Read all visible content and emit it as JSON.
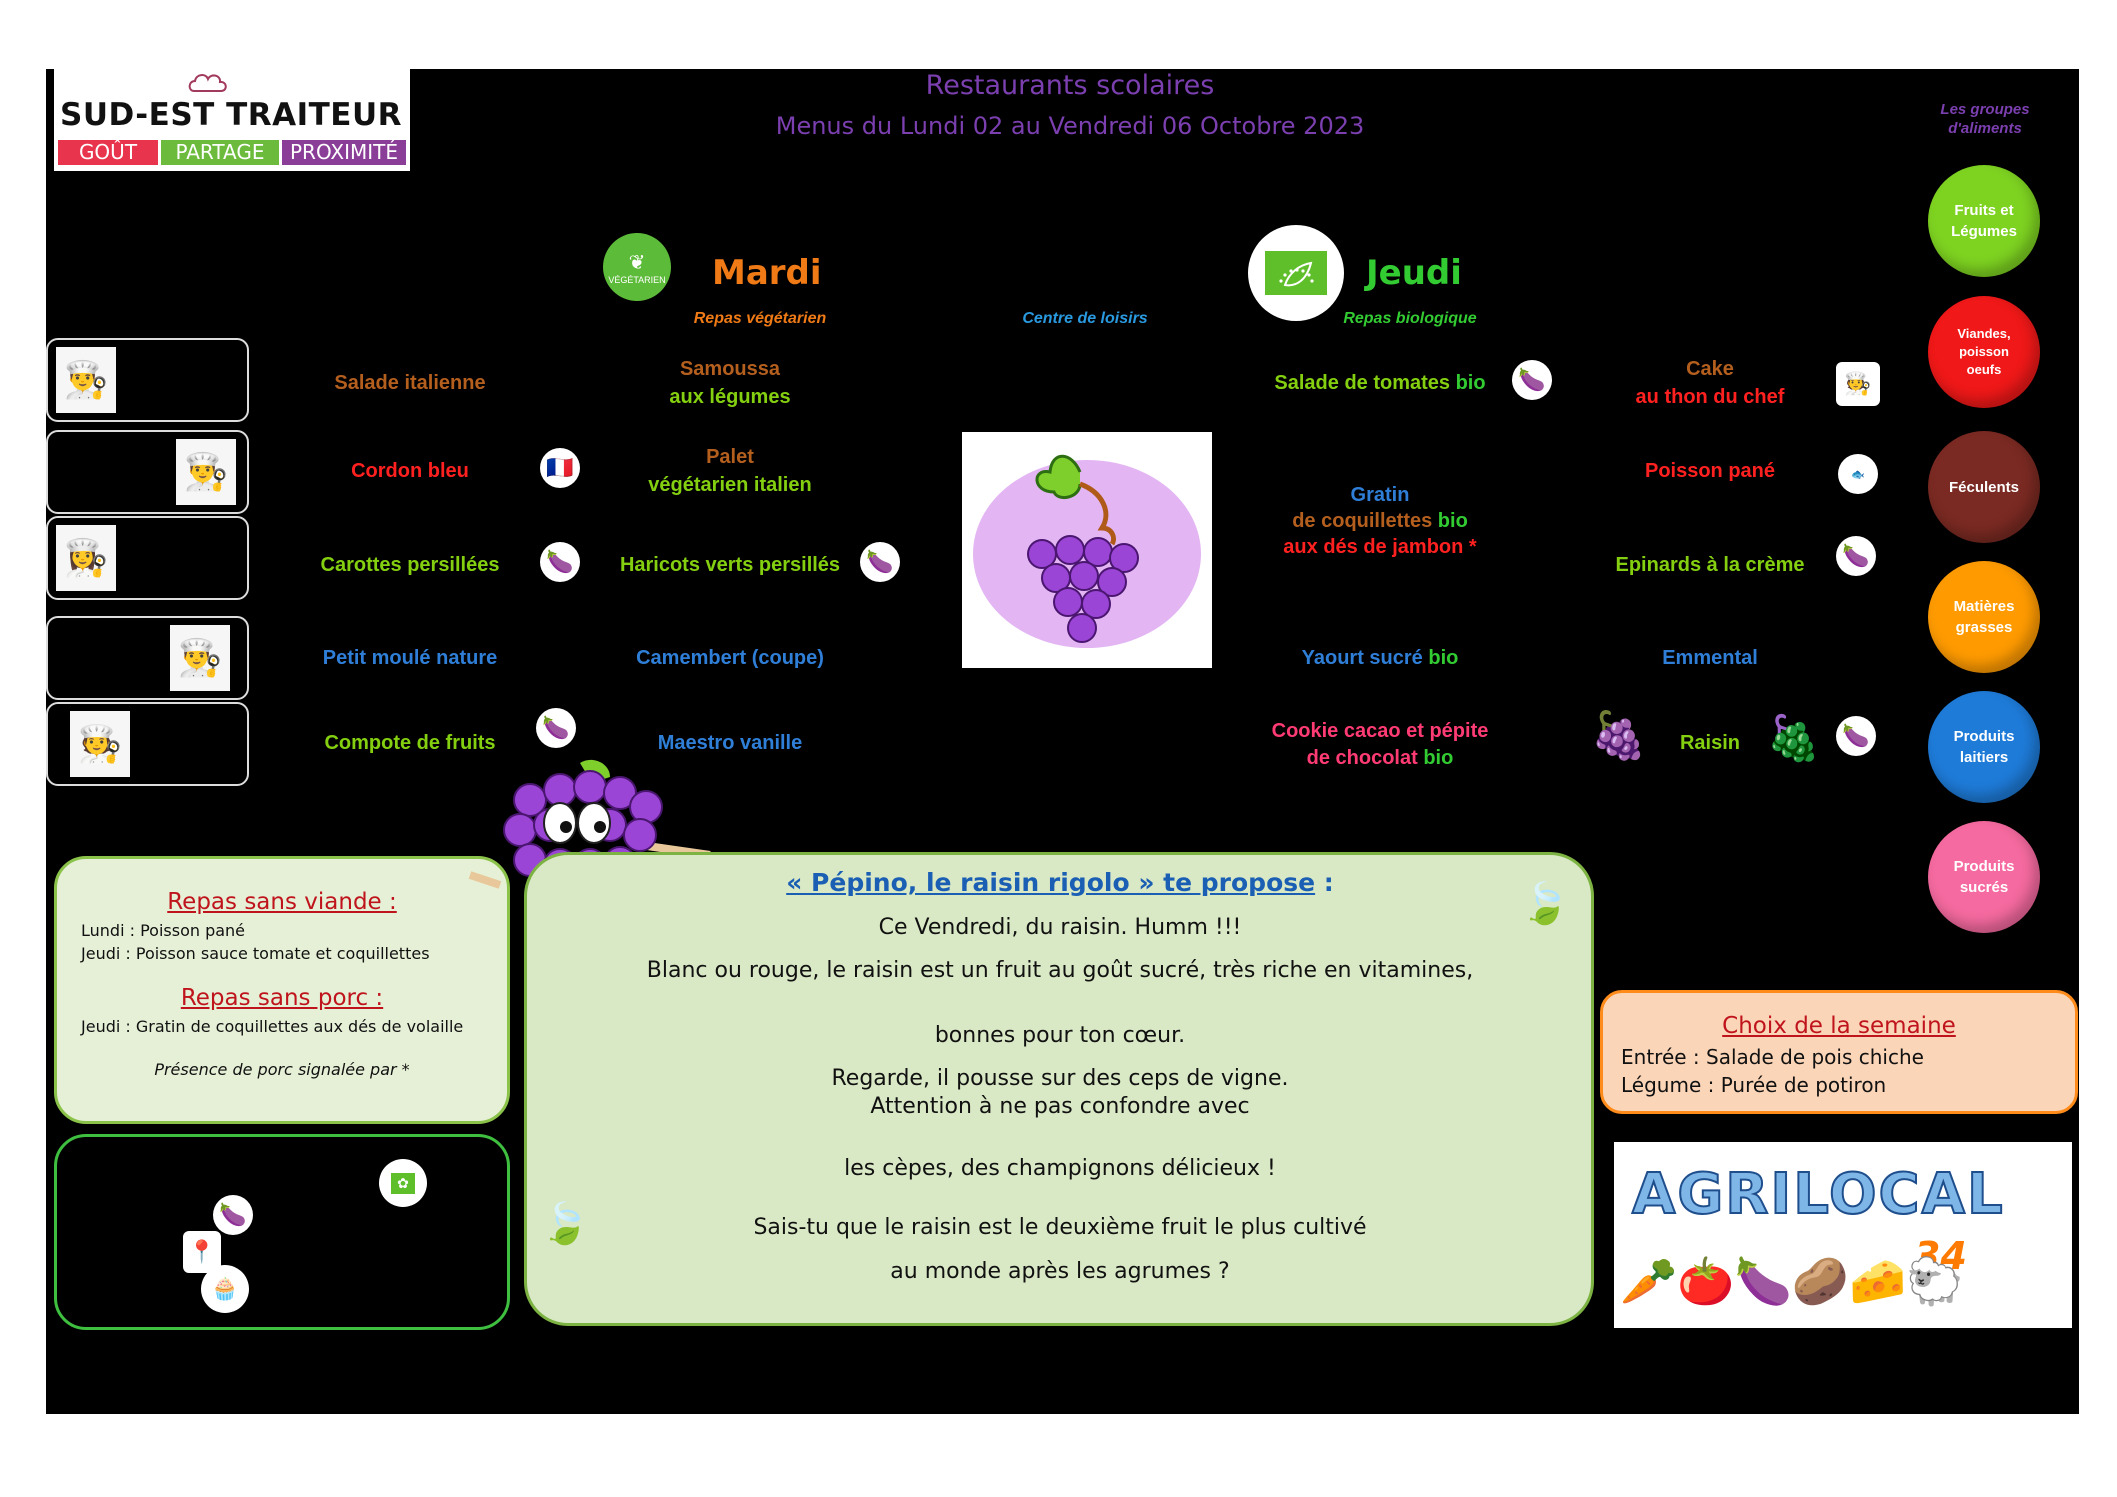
{
  "logo": {
    "brand": "SUD-EST TRAITEUR",
    "tags": [
      "GOÛT",
      "PARTAGE",
      "PROXIMITÉ"
    ],
    "tag_colors": [
      "#e8344c",
      "#6cbb3c",
      "#8a3e97"
    ]
  },
  "header": {
    "line1": "Restaurants scolaires",
    "line2": "Menus du Lundi 02 au Vendredi 06 Octobre 2023"
  },
  "food_groups_label": "Les groupes d'aliments",
  "days": {
    "mardi": {
      "name": "Mardi",
      "badge": "VÉGÉTARIEN",
      "subtitle": "Repas  végétarien"
    },
    "mercredi": {
      "subtitle": "Centre de loisirs"
    },
    "jeudi": {
      "name": "Jeudi",
      "subtitle": "Repas  biologique"
    }
  },
  "menu": {
    "lundi": {
      "entree": "Salade italienne",
      "plat": "Cordon bleu",
      "legume": "Carottes persillées",
      "laitier": "Petit moulé nature",
      "dessert": "Compote de fruits"
    },
    "mardi": {
      "entree_1": "Samoussa",
      "entree_2": "aux légumes",
      "plat_1": "Palet",
      "plat_2": "végétarien italien",
      "legume": "Haricots verts persillés",
      "laitier": "Camembert (coupe)",
      "dessert": "Maestro vanille"
    },
    "jeudi": {
      "entree": "Salade de tomates",
      "entree_bio": "bio",
      "plat_1": "Gratin",
      "plat_2a": "de coquillettes",
      "plat_2b": "bio",
      "plat_3": "aux dés de jambon *",
      "laitier": "Yaourt sucré",
      "laitier_bio": "bio",
      "dessert_1": "Cookie cacao et pépite",
      "dessert_2a": "de chocolat",
      "dessert_2b": "bio"
    },
    "vendredi": {
      "entree_1": "Cake",
      "entree_2": "au thon du chef",
      "plat": "Poisson pané",
      "legume": "Epinards à la crème",
      "laitier": "Emmental",
      "dessert": "Raisin"
    }
  },
  "food_groups": [
    {
      "label": "Fruits et Légumes",
      "color": "#7ed321"
    },
    {
      "label": "Viandes, poisson oeufs",
      "color": "#f01818"
    },
    {
      "label": "Féculents",
      "color": "#7a2a22"
    },
    {
      "label": "Matières grasses",
      "color": "#ff9b00"
    },
    {
      "label": "Produits laitiers",
      "color": "#1e7bd8"
    },
    {
      "label": "Produits sucrés",
      "color": "#f56aa0"
    }
  ],
  "sans_viande": {
    "title": "Repas sans viande :",
    "lines": [
      "Lundi : Poisson pané",
      "Jeudi : Poisson sauce tomate et coquillettes"
    ]
  },
  "sans_porc": {
    "title": "Repas sans porc :",
    "line": "Jeudi : Gratin de coquillettes aux dés de volaille",
    "note": "Présence de porc signalée par *"
  },
  "pepino": {
    "title": "« Pépino, le raisin rigolo » te propose",
    "title_colon": " :",
    "lines": [
      "Ce Vendredi, du raisin. Humm !!!",
      "Blanc ou rouge, le raisin est un fruit au goût sucré, très riche en vitamines,",
      "bonnes pour ton cœur.",
      "Regarde, il pousse sur des ceps de vigne.",
      "Attention à ne pas confondre avec",
      "les cèpes, des champignons délicieux !",
      "Sais-tu que le raisin est le deuxième fruit le plus cultivé",
      "au monde après les agrumes ?"
    ]
  },
  "choix": {
    "title": "Choix de la semaine",
    "line1": "Entrée : Salade de pois chiche",
    "line2": "Légume : Purée de potiron"
  },
  "agrilocal": {
    "text": "AGRILOCAL",
    "num": "34"
  }
}
